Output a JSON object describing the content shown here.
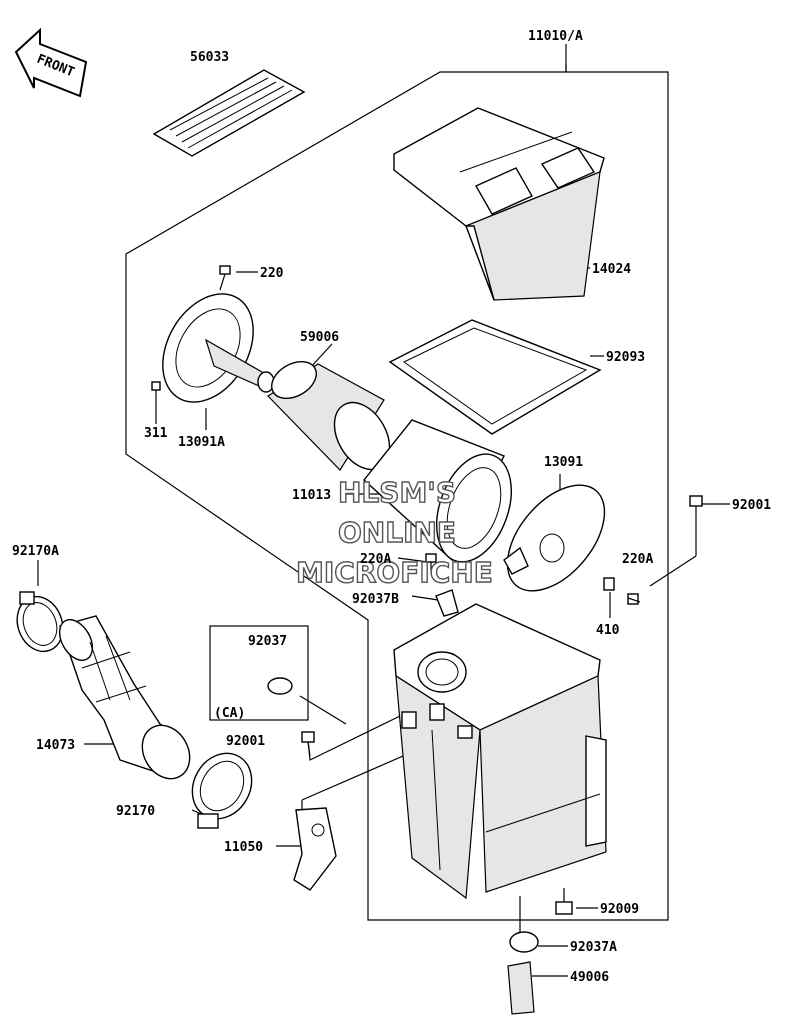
{
  "front_arrow": {
    "label": "FRONT"
  },
  "watermark": {
    "line1": "HLSM'S",
    "line2": "ONLINE",
    "line3": "MICROFICHE"
  },
  "callouts": [
    "56033",
    "11010/A",
    "14024",
    "220",
    "59006",
    "92093",
    "311",
    "13091A",
    "13091",
    "11013",
    "92001",
    "220A",
    "92037B",
    "220A",
    "410",
    "92170A",
    "92037",
    "(CA)",
    "92001",
    "14073",
    "92170",
    "11050",
    "92009",
    "92037A",
    "49006"
  ]
}
